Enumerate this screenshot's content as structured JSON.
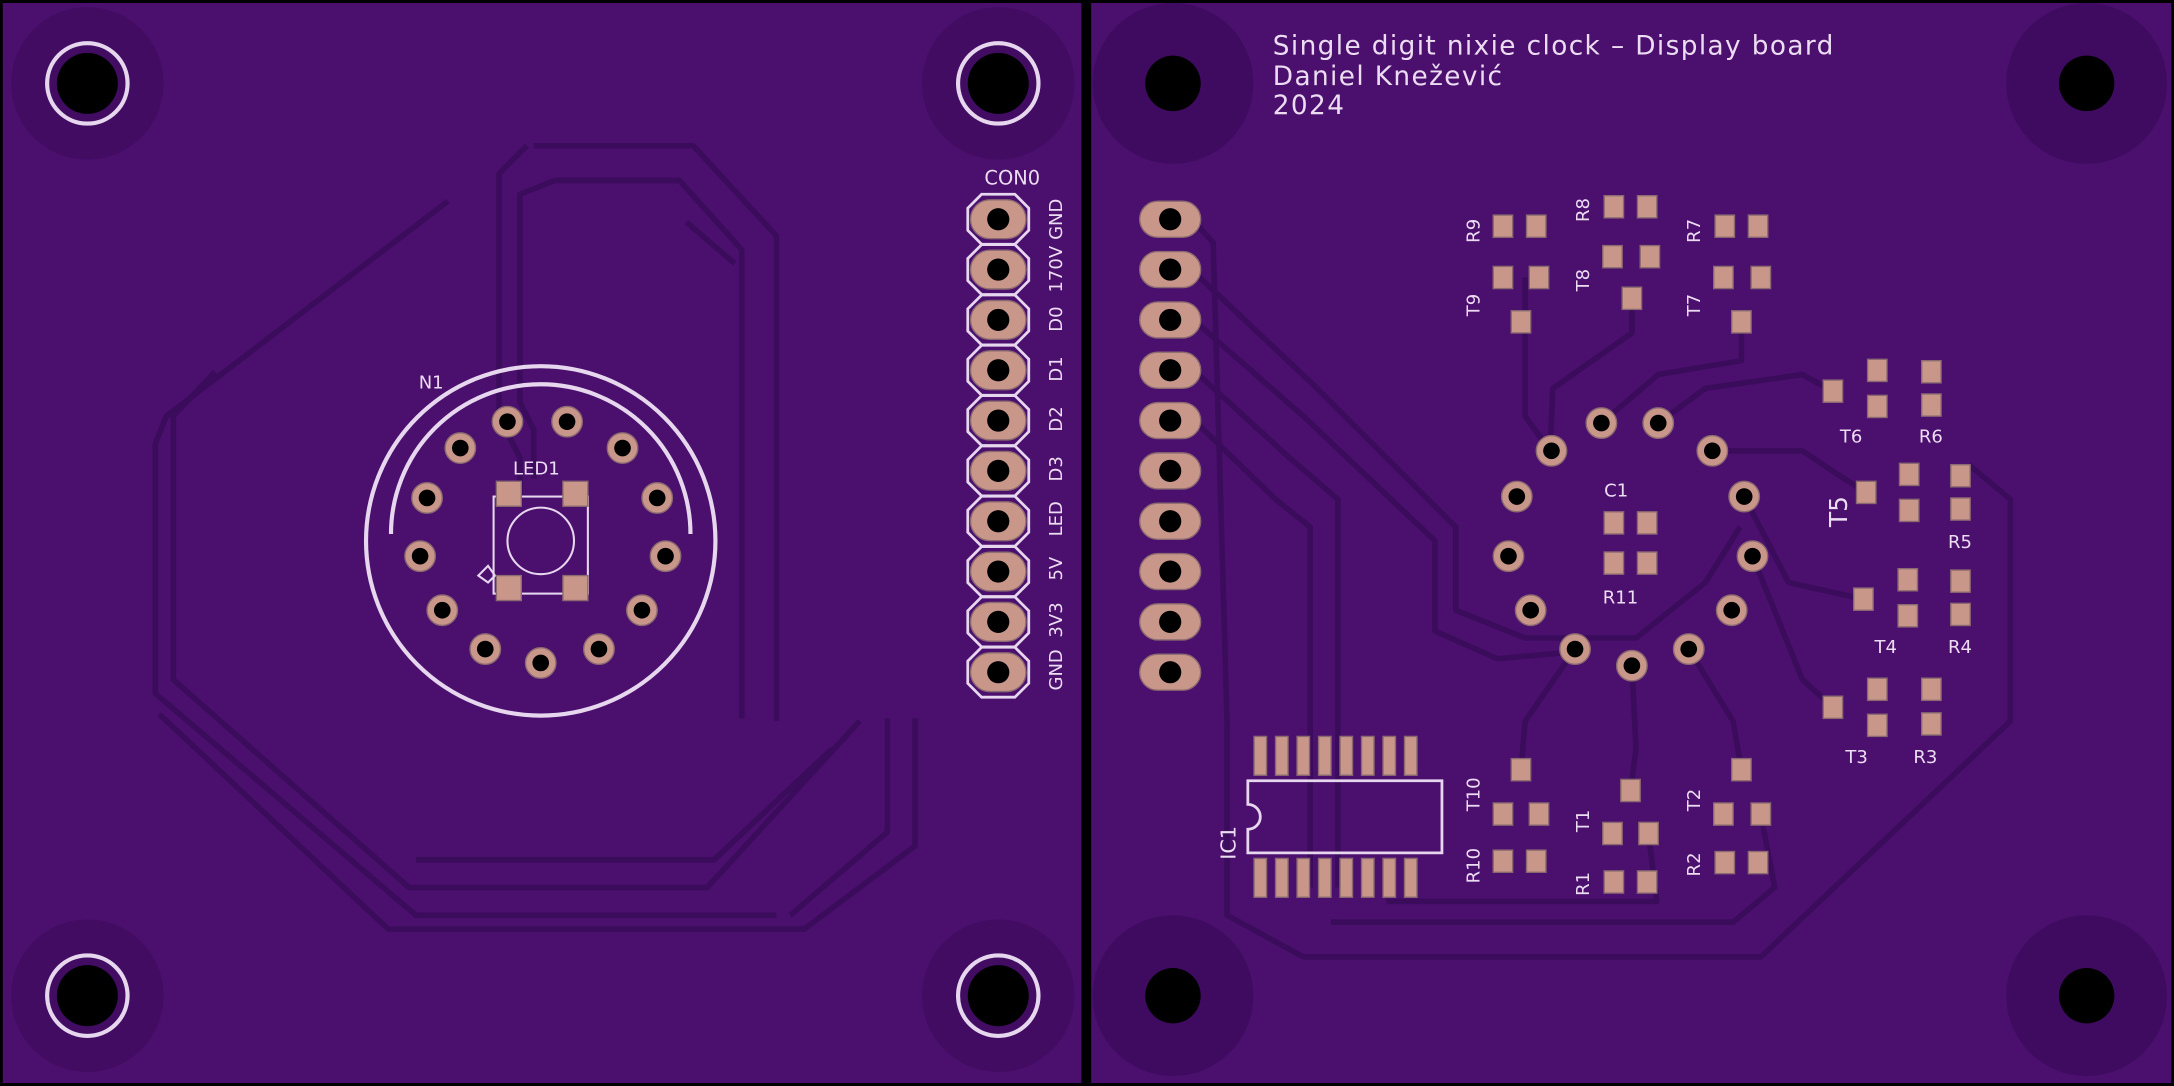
{
  "colors": {
    "board": "#4b0f6e",
    "trace": "#3b0b5c",
    "copper": "#c9968a",
    "silkscreen": "#ecdcf2",
    "background": "#000000"
  },
  "title_block": {
    "line1": "Single digit nixie clock – Display board",
    "line2": "Daniel Knežević",
    "line3": "2024"
  },
  "left_board": {
    "connector_ref": "CON0",
    "connector_pins": [
      "GND",
      "170V",
      "D0",
      "D1",
      "D2",
      "D3",
      "LED",
      "5V",
      "3V3",
      "GND"
    ],
    "nixie_ref": "N1",
    "led_ref": "LED1"
  },
  "right_board": {
    "refs": {
      "R1": "R1",
      "R2": "R2",
      "R3": "R3",
      "R4": "R4",
      "R5": "R5",
      "R6": "R6",
      "R7": "R7",
      "R8": "R8",
      "R9": "R9",
      "R10": "R10",
      "R11": "R11",
      "T1": "T1",
      "T2": "T2",
      "T3": "T3",
      "T4": "T4",
      "T5": "T5",
      "T6": "T6",
      "T7": "T7",
      "T8": "T8",
      "T9": "T9",
      "T10": "T10",
      "C1": "C1",
      "IC1": "IC1"
    }
  }
}
